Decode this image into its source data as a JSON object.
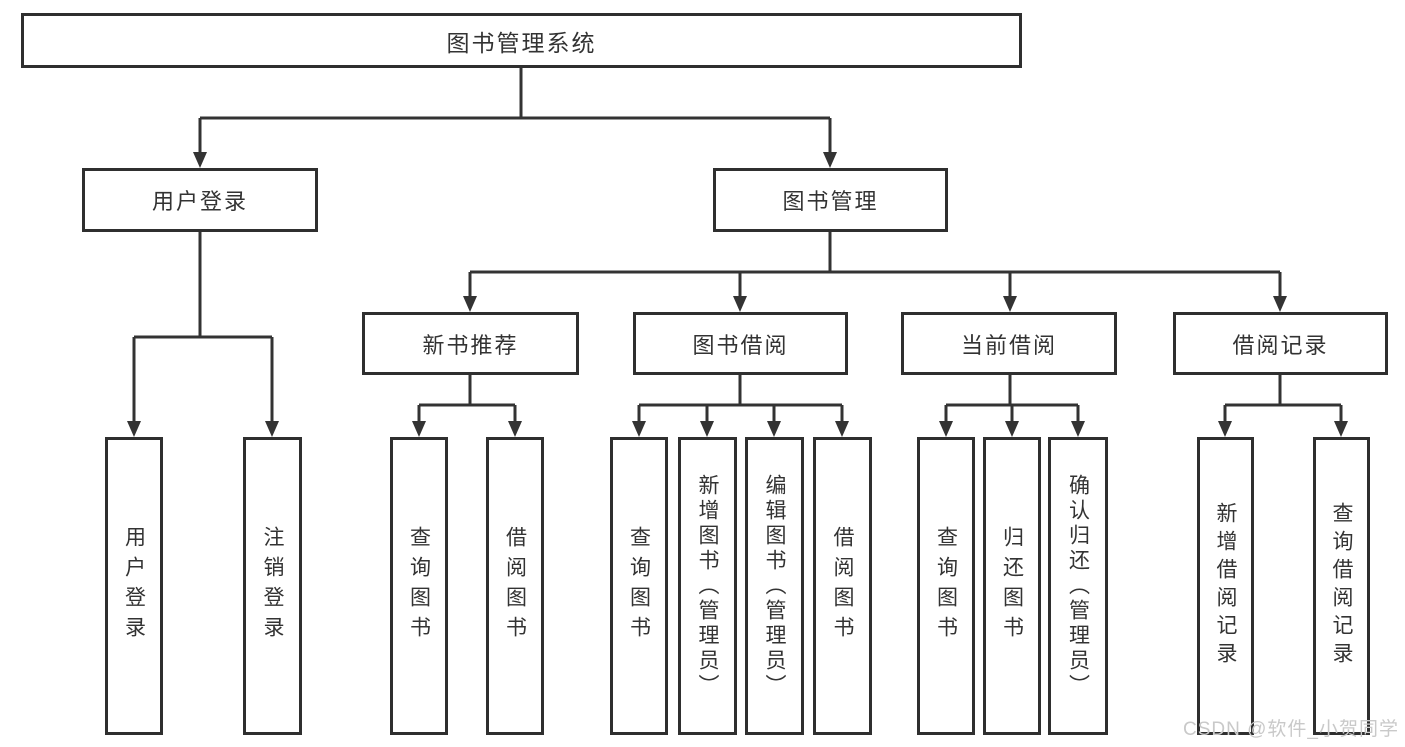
{
  "diagram": {
    "title": "图书管理系统",
    "colors": {
      "line": "#333333",
      "box_border": "#2f2f2f",
      "box_fill": "#ffffff",
      "text": "#333333",
      "background": "#ffffff",
      "watermark": "#c9c9c9"
    },
    "root": {
      "label": "图书管理系统"
    },
    "level2": [
      {
        "id": "user-login",
        "label": "用户登录"
      },
      {
        "id": "book-management",
        "label": "图书管理"
      }
    ],
    "level3": [
      {
        "id": "new-book-recommend",
        "label": "新书推荐"
      },
      {
        "id": "book-borrowing",
        "label": "图书借阅"
      },
      {
        "id": "current-borrowing",
        "label": "当前借阅"
      },
      {
        "id": "borrowing-records",
        "label": "借阅记录"
      }
    ],
    "leaves": [
      {
        "id": "user-login",
        "label": "用户登录"
      },
      {
        "id": "logout",
        "label": "注销登录"
      },
      {
        "id": "query-books-recommend",
        "label": "查询图书"
      },
      {
        "id": "borrow-books-recommend",
        "label": "借阅图书"
      },
      {
        "id": "query-books-borrowing",
        "label": "查询图书"
      },
      {
        "id": "add-books-admin",
        "label": "新增图书（管理员）"
      },
      {
        "id": "edit-books-admin",
        "label": "编辑图书（管理员）"
      },
      {
        "id": "borrow-books-borrowing",
        "label": "借阅图书"
      },
      {
        "id": "query-books-current",
        "label": "查询图书"
      },
      {
        "id": "return-books",
        "label": "归还图书"
      },
      {
        "id": "confirm-return-admin",
        "label": "确认归还（管理员）"
      },
      {
        "id": "add-borrow-record",
        "label": "新增借阅记录"
      },
      {
        "id": "query-borrow-record",
        "label": "查询借阅记录"
      }
    ],
    "watermark": "CSDN @软件_小贺同学"
  }
}
